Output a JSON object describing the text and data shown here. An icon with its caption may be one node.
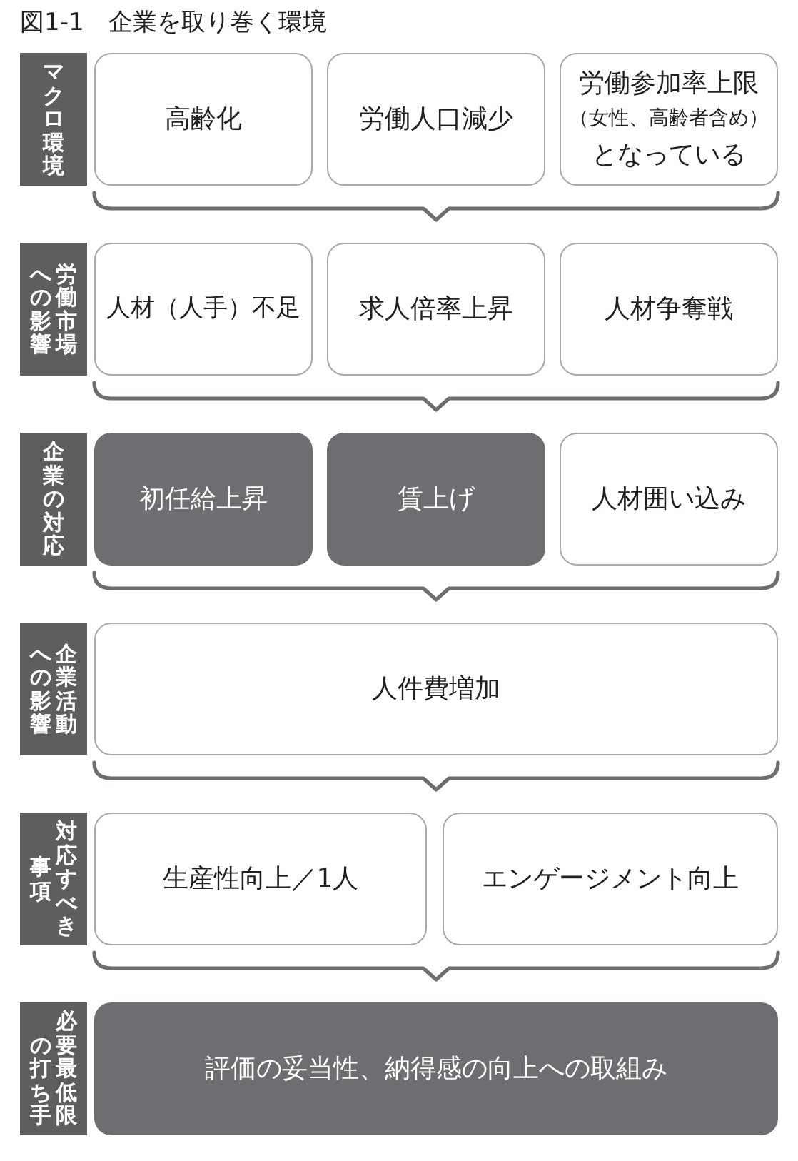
{
  "diagram": {
    "title": "図1-1　企業を取り巻く環境",
    "nodes": [
      {
        "text": [
          "マクロ環境"
        ]
      },
      {
        "text": [
          "高齢化"
        ]
      },
      {
        "text": [
          "労働人口減少"
        ]
      },
      {
        "text": [
          "労働参加率上限",
          "（女性、高齢者含め）",
          "となっている"
        ]
      },
      {
        "text": [
          "労働市場への影響"
        ]
      },
      {
        "text": [
          "人材（人手）不足"
        ]
      },
      {
        "text": [
          "求人倍率上昇"
        ]
      },
      {
        "text": [
          "人材争奪戦"
        ]
      },
      {
        "text": [
          "企業の対応"
        ]
      },
      {
        "text": [
          "初任給上昇"
        ]
      },
      {
        "text": [
          "賃上げ"
        ]
      },
      {
        "text": [
          "人材囲い込み"
        ]
      },
      {
        "text": [
          "企業活動への影響"
        ]
      },
      {
        "text": [
          "人件費増加"
        ]
      },
      {
        "text": [
          "対応すべき事項"
        ]
      },
      {
        "text": [
          "生産性向上／1人"
        ]
      },
      {
        "text": [
          "エンゲージメント向上"
        ]
      },
      {
        "text": [
          "必要最低限の打ち手"
        ]
      },
      {
        "text": [
          "評価の妥当性、納得感の向上への取組み"
        ]
      }
    ]
  }
}
